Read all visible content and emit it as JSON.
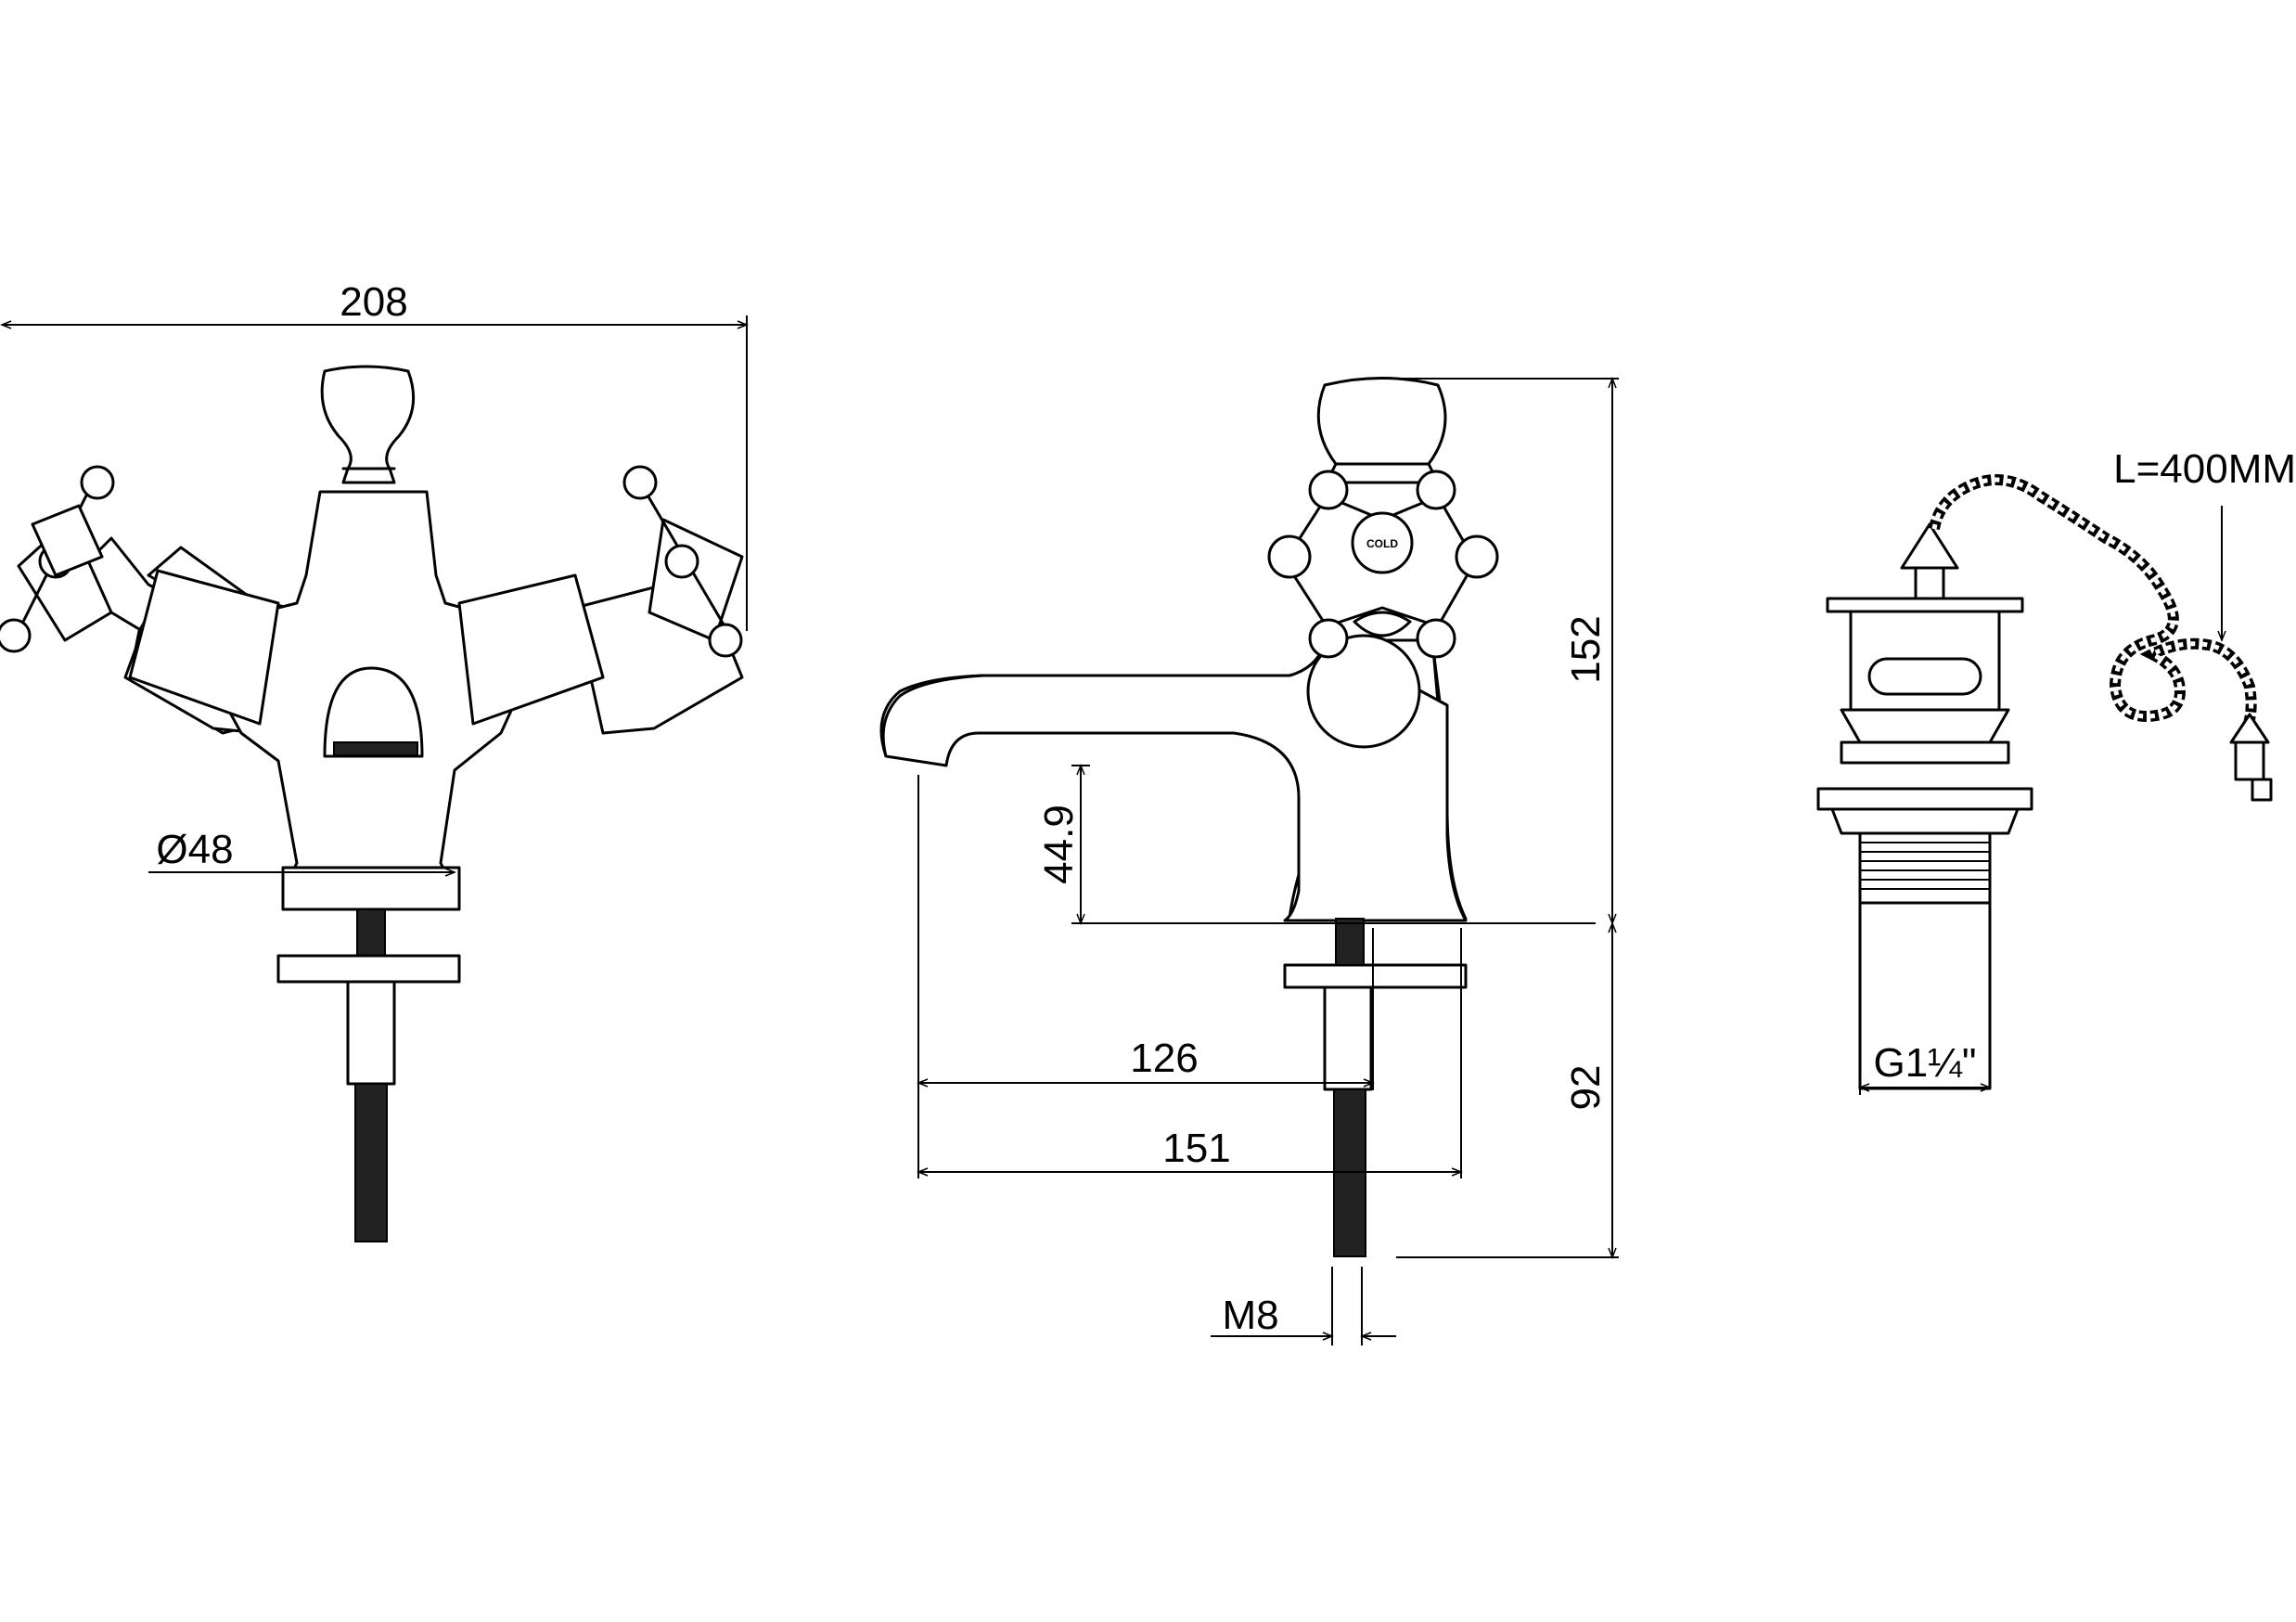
{
  "dimensions": {
    "overall_width": "208",
    "base_diameter": "Ø48",
    "height_above_deck": "152",
    "spout_clearance": "44.9",
    "spout_reach": "126",
    "overall_depth": "151",
    "shank_length": "92",
    "thread_size": "M8",
    "waste_thread": "G1¼\"",
    "chain_length": "L=400MM"
  },
  "handle_label": "COLD"
}
